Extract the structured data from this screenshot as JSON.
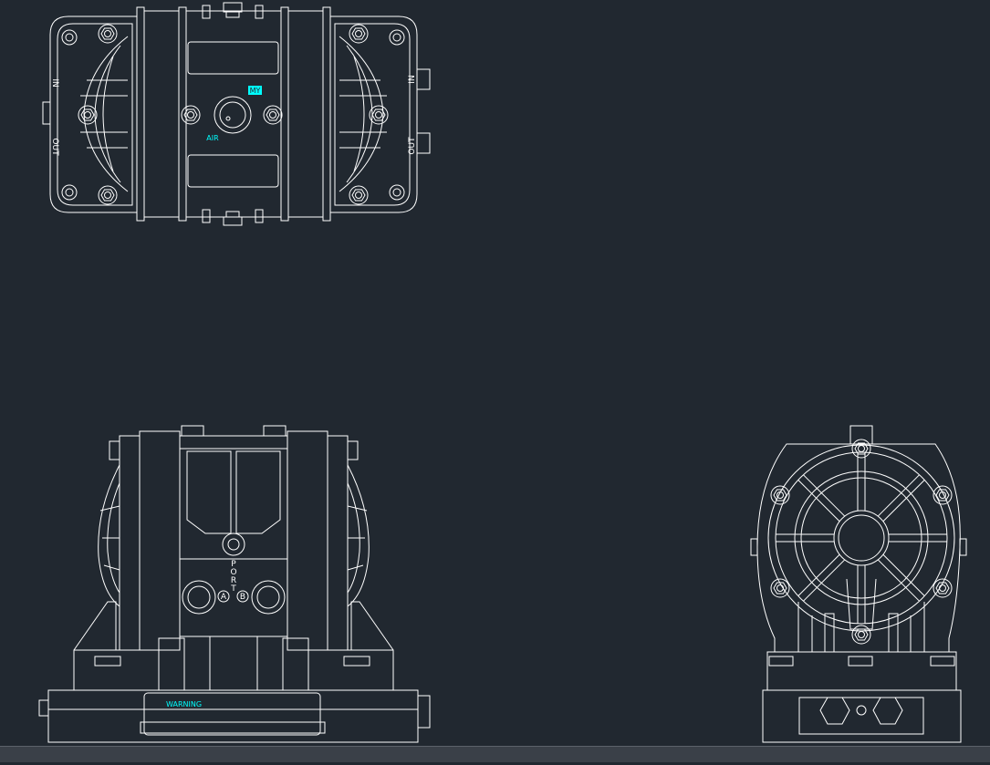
{
  "colors": {
    "background": "#212830",
    "lines": "#ffffff",
    "annotations": "#00ffff",
    "statusbar": "#3a4048"
  },
  "top_view": {
    "port_in_left": "IN",
    "port_out_left": "OUT",
    "port_in_right": "IN",
    "port_out_right": "OUT",
    "tag_my": "MY",
    "tag_air": "AIR"
  },
  "front_view": {
    "port_labels": [
      "P",
      "O",
      "R",
      "T"
    ],
    "port_a": "A",
    "port_b": "B",
    "warning_label": "WARNING"
  },
  "side_view": {}
}
